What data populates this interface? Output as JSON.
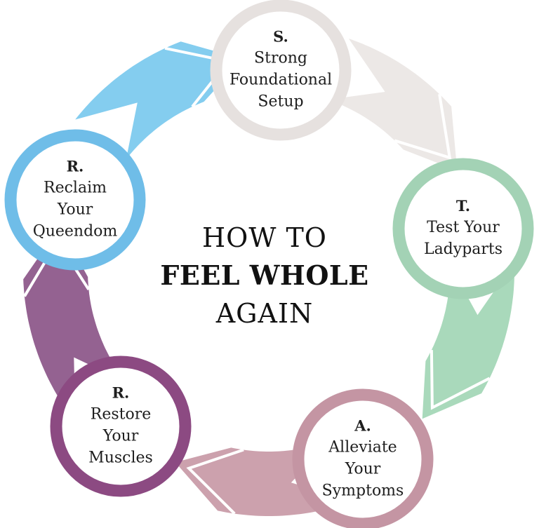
{
  "title": {
    "line1": "HOW TO",
    "line2": "FEEL WHOLE",
    "line3": "AGAIN"
  },
  "steps": [
    {
      "key": "s",
      "letter": "S.",
      "lines": [
        "Strong",
        "Foundational",
        "Setup"
      ],
      "ring_color": "#e6e1df",
      "band_color": "#ece8e6"
    },
    {
      "key": "t",
      "letter": "T.",
      "lines": [
        "Test Your",
        "Ladyparts"
      ],
      "ring_color": "#a3d2b5",
      "band_color": "#a9d9bb"
    },
    {
      "key": "a",
      "letter": "A.",
      "lines": [
        "Alleviate",
        "Your",
        "Symptoms"
      ],
      "ring_color": "#c495a3",
      "band_color": "#cca1ad"
    },
    {
      "key": "r1",
      "letter": "R.",
      "lines": [
        "Restore",
        "Your",
        "Muscles"
      ],
      "ring_color": "#8c4a82",
      "band_color": "#946291"
    },
    {
      "key": "r2",
      "letter": "R.",
      "lines": [
        "Reclaim",
        "Your",
        "Queendom"
      ],
      "ring_color": "#6fbde8",
      "band_color": "#84cdef"
    }
  ]
}
